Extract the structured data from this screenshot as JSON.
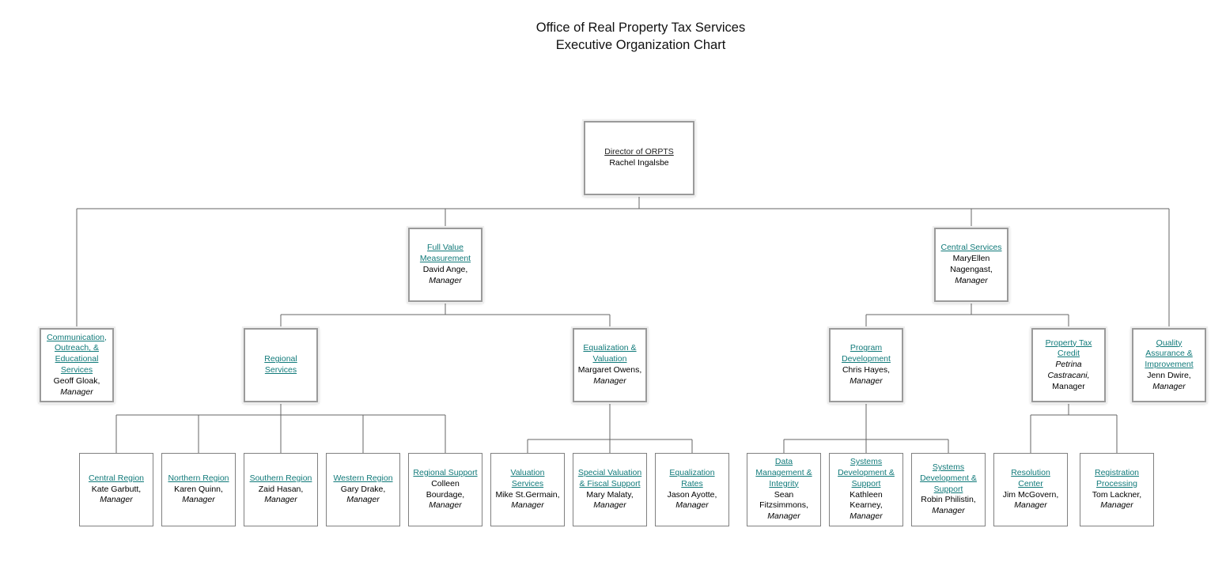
{
  "title": {
    "line1": "Office of Real Property Tax Services",
    "line2": "Executive Organization Chart"
  },
  "director": {
    "unit": "Director of ORPTS",
    "person": "Rachel Ingalsbe"
  },
  "divisions": {
    "full_value": {
      "unit": "Full Value Measurement",
      "person": "David Ange,",
      "role": "Manager"
    },
    "central_services": {
      "unit": "Central Services",
      "person": "MaryEllen Nagengast,",
      "role": "Manager"
    }
  },
  "offices": {
    "communication": {
      "unit": "Communication, Outreach, & Educational Services",
      "person": "Geoff Gloak,",
      "role": "Manager"
    },
    "regional_services": {
      "unit": "Regional Services"
    },
    "equalization": {
      "unit": "Equalization & Valuation",
      "person": "Margaret Owens,",
      "role": "Manager"
    },
    "program_development": {
      "unit": "Program Development",
      "person": "Chris Hayes,",
      "role": "Manager"
    },
    "property_tax_credit": {
      "unit": "Property Tax Credit",
      "person": "Petrina Castracani,",
      "role": "Manager"
    },
    "quality_assurance": {
      "unit": "Quality Assurance & Improvement",
      "person": "Jenn Dwire,",
      "role": "Manager"
    }
  },
  "units": {
    "central_region": {
      "unit": "Central Region",
      "person": "Kate Garbutt,",
      "role": "Manager"
    },
    "northern_region": {
      "unit": "Northern Region",
      "person": "Karen Quinn,",
      "role": "Manager"
    },
    "southern_region": {
      "unit": "Southern Region",
      "person": "Zaid Hasan,",
      "role": "Manager"
    },
    "western_region": {
      "unit": "Western Region",
      "person": "Gary Drake,",
      "role": "Manager"
    },
    "regional_support": {
      "unit": "Regional Support",
      "person": "Colleen Bourdage,",
      "role": "Manager"
    },
    "valuation_services": {
      "unit": "Valuation Services",
      "person": "Mike St.Germain,",
      "role": "Manager"
    },
    "special_valuation": {
      "unit": "Special Valuation & Fiscal Support",
      "person": "Mary Malaty,",
      "role": "Manager"
    },
    "equalization_rates": {
      "unit": "Equalization Rates",
      "person": "Jason Ayotte,",
      "role": "Manager"
    },
    "data_management": {
      "unit": "Data Management & Integrity",
      "person": "Sean Fitzsimmons,",
      "role": "Manager"
    },
    "systems_dev_1": {
      "unit": "Systems Development & Support",
      "person": "Kathleen Kearney,",
      "role": "Manager"
    },
    "systems_dev_2": {
      "unit": "Systems Development & Support",
      "person": "Robin Philistin,",
      "role": "Manager"
    },
    "resolution_center": {
      "unit": "Resolution Center",
      "person": "Jim McGovern,",
      "role": "Manager"
    },
    "registration_processing": {
      "unit": "Registration Processing",
      "person": "Tom Lackner,",
      "role": "Manager"
    }
  }
}
